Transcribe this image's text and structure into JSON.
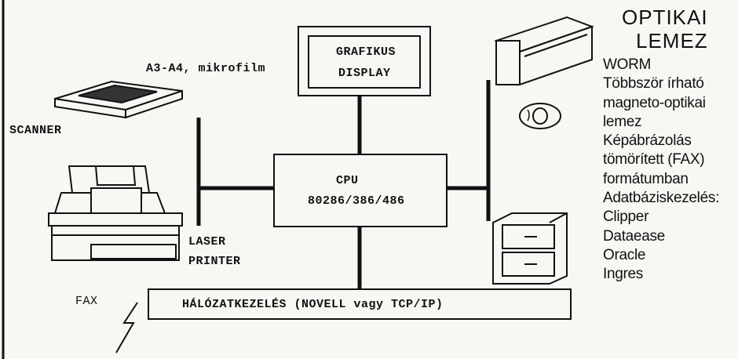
{
  "diagram": {
    "scanner_caption": "A3-A4, mikrofilm",
    "scanner_label": "SCANNER",
    "display_label_1": "GRAFIKUS",
    "display_label_2": "DISPLAY",
    "cpu_label_1": "CPU",
    "cpu_label_2": "80286/386/486",
    "printer_label_1": "LASER",
    "printer_label_2": "PRINTER",
    "fax_label": "FAX",
    "network_label": "HÁLÓZATKEZELÉS (NOVELL vagy TCP/IP)"
  },
  "side_panel": {
    "title_1": "OPTIKAI",
    "title_2": "LEMEZ",
    "items": [
      "WORM",
      "Többször írható",
      "magneto-optikai",
      "lemez",
      "Képábrázolás",
      "tömörített (FAX)",
      "formátumban",
      "Adatbáziskezelés:",
      "Clipper",
      "Dataease",
      "Oracle",
      "Ingres"
    ]
  }
}
